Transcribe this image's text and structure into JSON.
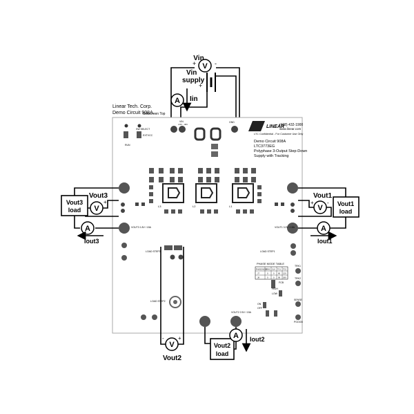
{
  "supply": {
    "vin_label": "Vin",
    "vin_supply_line1": "Vin",
    "vin_supply_line2": "supply",
    "iin_label": "Iin",
    "meter_volt": "V",
    "meter_amp": "A",
    "plus": "+",
    "minus": "-"
  },
  "board": {
    "company_line1": "Linear Tech. Corp.",
    "company_line2": "Demo Circuit 908A",
    "silkscreen_top": "Silkscreen Top",
    "phone": "(408) 432-1900",
    "web": "www.linear.com",
    "confidential": "LTC Confidential - For Customer Use Only",
    "title_line1": "Demo Circuit 908A",
    "title_line2": "LTC3773EG",
    "title_line3": "Polyphase 3-Output Step-Down",
    "title_line4": "Supply with Tracking",
    "vin_pad": "VIN",
    "vin_range": "4.5V - 36V",
    "gnd_pad": "GND",
    "sw_select": "SW SELECT",
    "extvcc": "EXTVCC",
    "run": "RUN",
    "phase_mode_title": "PHASE MODE TABLE",
    "phase_mode_headers": [
      "PHASE MODE",
      "SYNC",
      "CLK",
      "TG1",
      "TG2"
    ],
    "phase_mode_rows": [
      [
        "J7",
        "0",
        "0",
        "60",
        "120"
      ],
      [
        "J8",
        "0",
        "0",
        "90",
        "180"
      ]
    ],
    "fcb": "FCB",
    "high": "HIGH",
    "low": "LOW",
    "on": "ON",
    "off": "OFF",
    "trk1": "TRK1",
    "trk2": "TRK2",
    "sense": "SENSE",
    "pgood": "PGOOD",
    "load_step1": "LOAD STEP1",
    "load_step2": "LOAD STEP2",
    "load_step3": "LOAD STEP3",
    "vout1_spec": "VOUT1 3.3V / 15A",
    "vout2_spec": "VOUT2 2.5V / 15A",
    "vout3_spec": "VOUT3 1.8V / 15A",
    "inductors": [
      "L1",
      "L2",
      "L3"
    ]
  },
  "loads": {
    "vout3": "Vout3",
    "vout3_box_line1": "Vout3",
    "vout3_box_line2": "load",
    "iout3": "Iout3",
    "vout1": "Vout1",
    "vout1_box_line1": "Vout1",
    "vout1_box_line2": "load",
    "iout1": "Iout1",
    "vout2": "Vout2",
    "vout2_box_line1": "Vout2",
    "vout2_box_line2": "load",
    "iout2": "Iout2"
  }
}
